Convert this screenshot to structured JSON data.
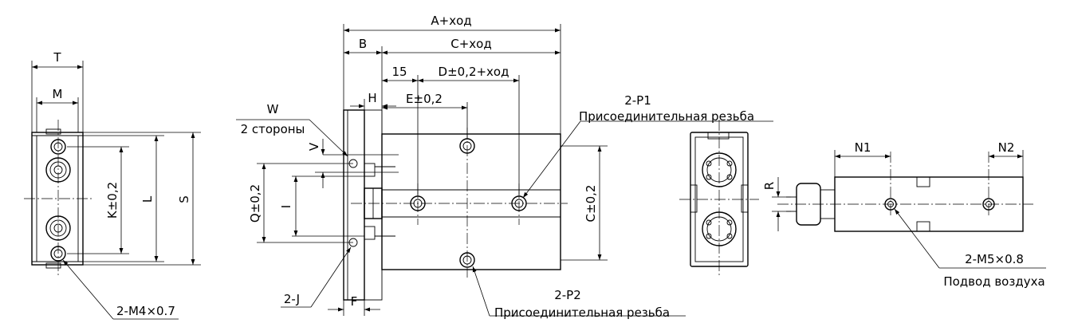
{
  "labels": {
    "T": "T",
    "M": "M",
    "K": "K±0,2",
    "L": "L",
    "S": "S",
    "M4": "2-M4×0.7",
    "W": "W",
    "W_sides": "2 стороны",
    "V": "V",
    "Q": "Q±0,2",
    "I": "I",
    "J": "2-J",
    "F": "F",
    "B": "B",
    "H": "H",
    "A": "A+ход",
    "C_top": "C+ход",
    "d15": "15",
    "D": "D±0,2+ход",
    "E": "E±0,2",
    "P1": "2-P1",
    "P1_desc": "Присоединительная резьба",
    "P2": "2-P2",
    "P2_desc": "Присоединительная резьба",
    "C_side": "C±0,2",
    "N1": "N1",
    "N2": "N2",
    "R": "R",
    "M5": "2-M5×0.8",
    "air": "Подвод воздуха"
  }
}
